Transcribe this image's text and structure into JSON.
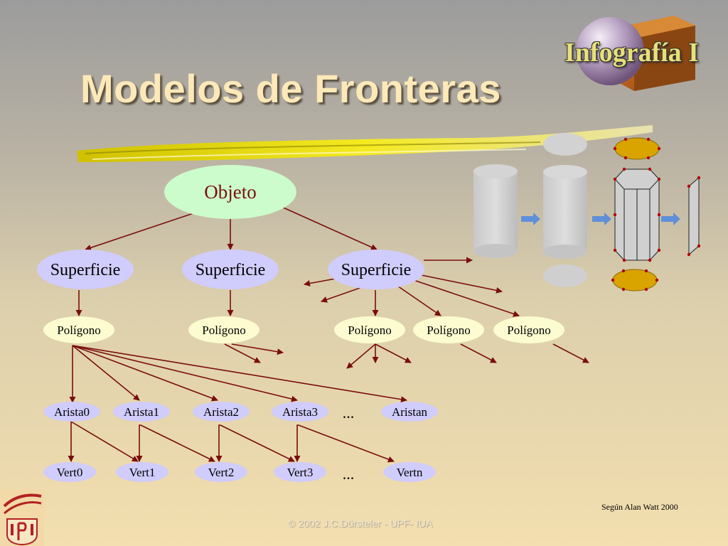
{
  "slide": {
    "title": "Modelos de Fronteras",
    "brand": "Infografía I",
    "credit": "Según Alan Watt 2000",
    "footer": "© 2002 J.C.Dürsteler - UPF- IUA"
  },
  "tree": {
    "root": "Objeto",
    "surfaces": [
      "Superficie",
      "Superficie",
      "Superficie"
    ],
    "polygons": [
      "Polígono",
      "Polígono",
      "Polígono",
      "Polígono",
      "Polígono"
    ],
    "edges": [
      "Arista0",
      "Arista1",
      "Arista2",
      "Arista3",
      "Aristan"
    ],
    "vertices": [
      "Vert0",
      "Vert1",
      "Vert2",
      "Vert3",
      "Vertn"
    ],
    "ellipsis": "..."
  },
  "colors": {
    "root_fill": "#ccfccc",
    "surface_fill": "#d0ccfc",
    "polygon_fill": "#fcfcd0",
    "edge_fill": "#d0ccfc",
    "vertex_fill": "#d0ccfc",
    "arrow": "#7a0d0d",
    "title": "#fde9b8"
  },
  "icons": [
    "sphere-cube-logo-icon",
    "upf-logo-icon",
    "block-arrow-icon"
  ]
}
